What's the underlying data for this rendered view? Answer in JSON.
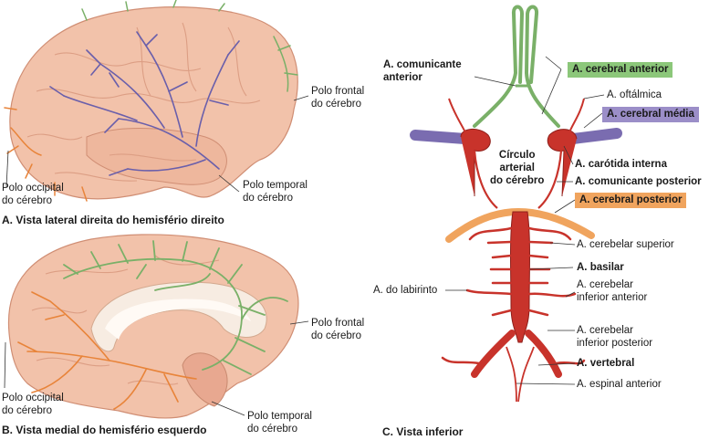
{
  "captions": {
    "a": "A. Vista lateral direita do hemisfério direito",
    "b": "B. Vista medial do hemisfério esquerdo",
    "c": "C. Vista inferior"
  },
  "panel_a": {
    "frontal_pole": "Polo frontal\ndo cérebro",
    "occipital_pole": "Polo occipital\ndo cérebro",
    "temporal_pole": "Polo temporal\ndo cérebro"
  },
  "panel_b": {
    "frontal_pole": "Polo frontal\ndo cérebro",
    "occipital_pole": "Polo occipital\ndo cérebro",
    "temporal_pole": "Polo temporal\ndo cérebro"
  },
  "panel_c": {
    "anterior_communicating": "A. comunicante\nanterior",
    "anterior_cerebral": "A. cerebral anterior",
    "ophthalmic": "A. oftálmica",
    "middle_cerebral": "A. cerebral média",
    "circle": "Círculo\narterial\ndo cérebro",
    "internal_carotid": "A. carótida interna",
    "posterior_communicating": "A. comunicante posterior",
    "posterior_cerebral": "A. cerebral posterior",
    "superior_cerebellar": "A. cerebelar superior",
    "basilar": "A. basilar",
    "labyrinth": "A. do labirinto",
    "aica": "A. cerebelar\ninferior anterior",
    "pica": "A. cerebelar\ninferior posterior",
    "vertebral": "A. vertebral",
    "anterior_spinal": "A. espinal anterior"
  },
  "colors": {
    "brain": "#f2c2aa",
    "brain_shadow": "#e2a48a",
    "anterior_cerebral": "#7ab068",
    "middle_cerebral": "#7a6cb0",
    "posterior_cerebral": "#e8843a",
    "artery_red": "#c8332b",
    "label_green_bg": "#8cc77a",
    "label_purple_bg": "#9b8ec8",
    "label_orange_bg": "#f0a45e"
  }
}
